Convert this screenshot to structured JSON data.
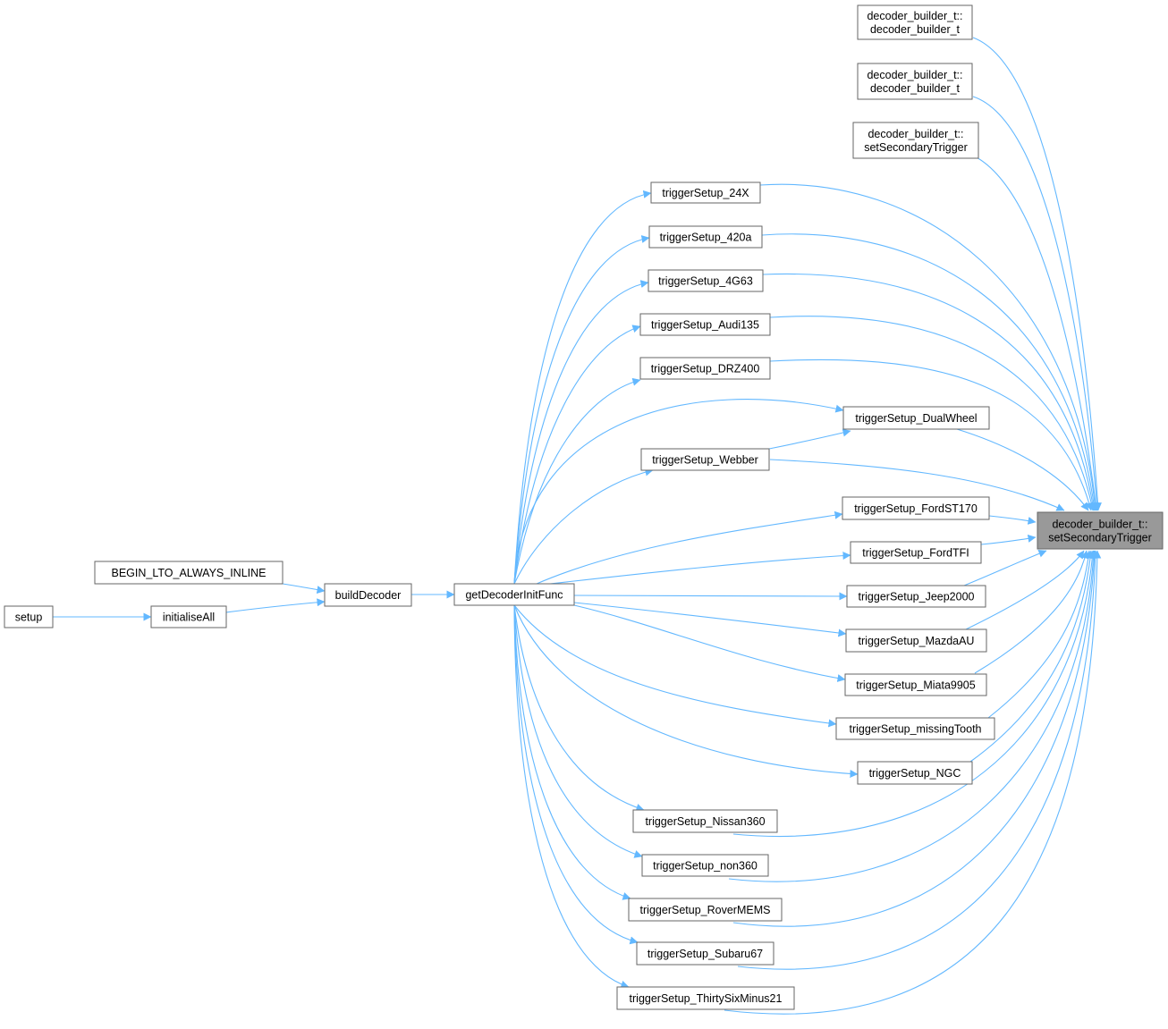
{
  "diagram": {
    "target": {
      "id": "target",
      "lines": [
        "decoder_builder_t::",
        "setSecondaryTrigger"
      ]
    },
    "nodes": [
      {
        "id": "ctor1",
        "lines": [
          "decoder_builder_t::",
          "decoder_builder_t"
        ]
      },
      {
        "id": "ctor2",
        "lines": [
          "decoder_builder_t::",
          "decoder_builder_t"
        ]
      },
      {
        "id": "sst",
        "lines": [
          "decoder_builder_t::",
          "setSecondaryTrigger"
        ]
      },
      {
        "id": "t24x",
        "lines": [
          "triggerSetup_24X"
        ]
      },
      {
        "id": "t420a",
        "lines": [
          "triggerSetup_420a"
        ]
      },
      {
        "id": "t4g63",
        "lines": [
          "triggerSetup_4G63"
        ]
      },
      {
        "id": "taudi",
        "lines": [
          "triggerSetup_Audi135"
        ]
      },
      {
        "id": "tdrz",
        "lines": [
          "triggerSetup_DRZ400"
        ]
      },
      {
        "id": "tdual",
        "lines": [
          "triggerSetup_DualWheel"
        ]
      },
      {
        "id": "twebber",
        "lines": [
          "triggerSetup_Webber"
        ]
      },
      {
        "id": "tfordst",
        "lines": [
          "triggerSetup_FordST170"
        ]
      },
      {
        "id": "tfordtfi",
        "lines": [
          "triggerSetup_FordTFI"
        ]
      },
      {
        "id": "tjeep",
        "lines": [
          "triggerSetup_Jeep2000"
        ]
      },
      {
        "id": "tmazda",
        "lines": [
          "triggerSetup_MazdaAU"
        ]
      },
      {
        "id": "tmiata",
        "lines": [
          "triggerSetup_Miata9905"
        ]
      },
      {
        "id": "tmissing",
        "lines": [
          "triggerSetup_missingTooth"
        ]
      },
      {
        "id": "tngc",
        "lines": [
          "triggerSetup_NGC"
        ]
      },
      {
        "id": "tnissan",
        "lines": [
          "triggerSetup_Nissan360"
        ]
      },
      {
        "id": "tnon360",
        "lines": [
          "triggerSetup_non360"
        ]
      },
      {
        "id": "trover",
        "lines": [
          "triggerSetup_RoverMEMS"
        ]
      },
      {
        "id": "tsubaru",
        "lines": [
          "triggerSetup_Subaru67"
        ]
      },
      {
        "id": "tthirty",
        "lines": [
          "triggerSetup_ThirtySixMinus21"
        ]
      },
      {
        "id": "getdec",
        "lines": [
          "getDecoderInitFunc"
        ]
      },
      {
        "id": "build",
        "lines": [
          "buildDecoder"
        ]
      },
      {
        "id": "lto",
        "lines": [
          "BEGIN_LTO_ALWAYS_INLINE"
        ]
      },
      {
        "id": "initall",
        "lines": [
          "initialiseAll"
        ]
      },
      {
        "id": "setup",
        "lines": [
          "setup"
        ]
      }
    ],
    "edges": [
      [
        "ctor1",
        "target"
      ],
      [
        "ctor2",
        "target"
      ],
      [
        "sst",
        "target"
      ],
      [
        "t24x",
        "target"
      ],
      [
        "t420a",
        "target"
      ],
      [
        "t4g63",
        "target"
      ],
      [
        "taudi",
        "target"
      ],
      [
        "tdrz",
        "target"
      ],
      [
        "tdual",
        "target"
      ],
      [
        "twebber",
        "target"
      ],
      [
        "tfordst",
        "target"
      ],
      [
        "tfordtfi",
        "target"
      ],
      [
        "tjeep",
        "target"
      ],
      [
        "tmazda",
        "target"
      ],
      [
        "tmiata",
        "target"
      ],
      [
        "tmissing",
        "target"
      ],
      [
        "tngc",
        "target"
      ],
      [
        "tnissan",
        "target"
      ],
      [
        "tnon360",
        "target"
      ],
      [
        "trover",
        "target"
      ],
      [
        "tsubaru",
        "target"
      ],
      [
        "tthirty",
        "target"
      ],
      [
        "twebber",
        "tdual"
      ],
      [
        "getdec",
        "t24x"
      ],
      [
        "getdec",
        "t420a"
      ],
      [
        "getdec",
        "t4g63"
      ],
      [
        "getdec",
        "taudi"
      ],
      [
        "getdec",
        "tdrz"
      ],
      [
        "getdec",
        "tdual"
      ],
      [
        "getdec",
        "twebber"
      ],
      [
        "getdec",
        "tfordst"
      ],
      [
        "getdec",
        "tfordtfi"
      ],
      [
        "getdec",
        "tjeep"
      ],
      [
        "getdec",
        "tmazda"
      ],
      [
        "getdec",
        "tmiata"
      ],
      [
        "getdec",
        "tmissing"
      ],
      [
        "getdec",
        "tngc"
      ],
      [
        "getdec",
        "tnissan"
      ],
      [
        "getdec",
        "tnon360"
      ],
      [
        "getdec",
        "trover"
      ],
      [
        "getdec",
        "tsubaru"
      ],
      [
        "getdec",
        "tthirty"
      ],
      [
        "build",
        "getdec"
      ],
      [
        "lto",
        "build"
      ],
      [
        "initall",
        "build"
      ],
      [
        "setup",
        "initall"
      ]
    ],
    "colors": {
      "edge": "#63b8ff",
      "node_border": "#666666",
      "highlight_fill": "#999999"
    }
  }
}
